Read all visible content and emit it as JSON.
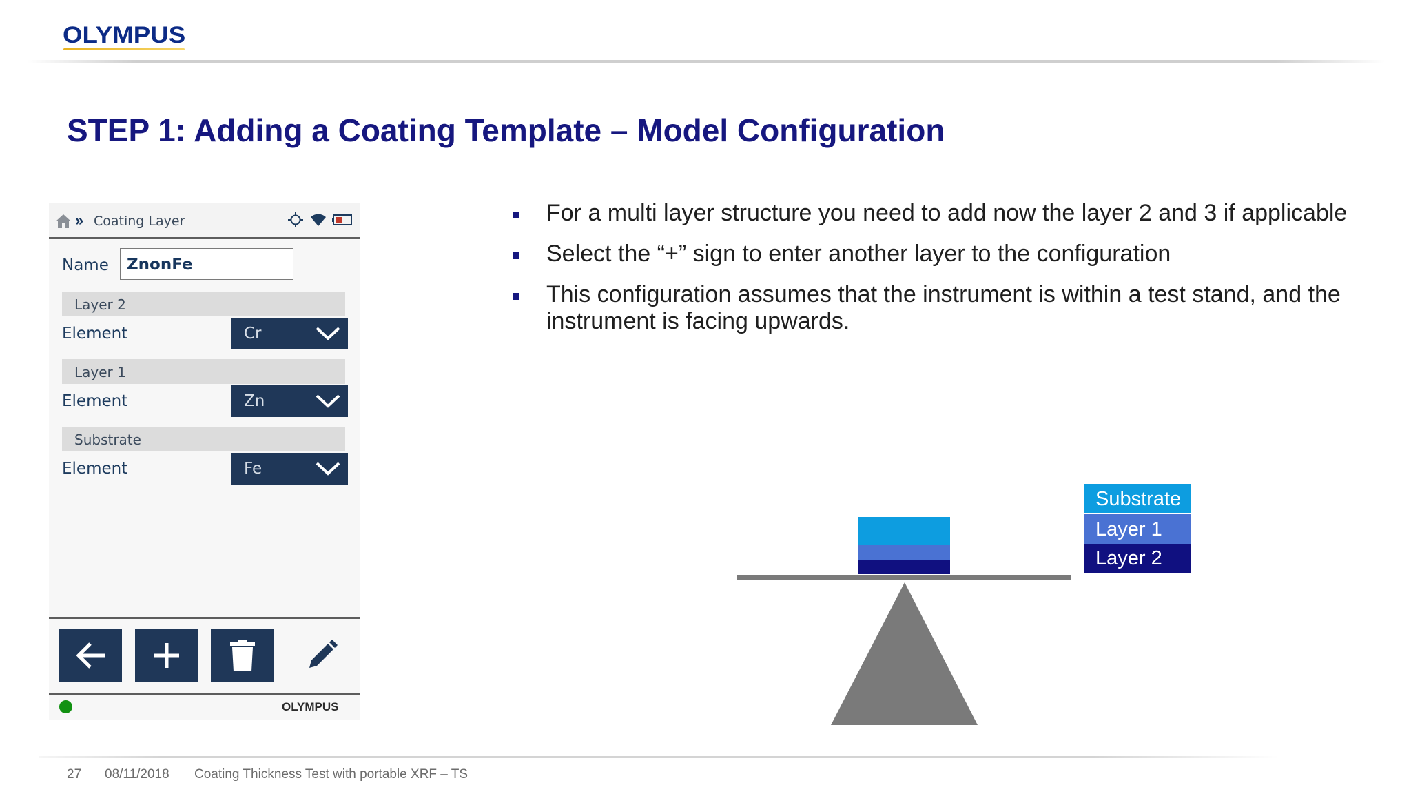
{
  "header": {
    "brand": "OLYMPUS"
  },
  "slide": {
    "title": "STEP 1: Adding a Coating Template – Model Configuration"
  },
  "device": {
    "breadcrumb": "Coating Layer",
    "name_label": "Name",
    "name_value": "ZnonFe",
    "sections": [
      {
        "title": "Layer 2",
        "element_label": "Element",
        "element_value": "Cr"
      },
      {
        "title": "Layer 1",
        "element_label": "Element",
        "element_value": "Zn"
      },
      {
        "title": "Substrate",
        "element_label": "Element",
        "element_value": "Fe"
      }
    ],
    "toolbar": [
      "back-arrow-icon",
      "plus-icon",
      "trash-icon",
      "pencil-icon"
    ],
    "brand": "OLYMPUS",
    "status_color": "#129112"
  },
  "bullets": [
    "For a multi layer structure you need to add now the layer 2 and 3 if applicable",
    "Select the “+” sign to enter another layer to the configuration",
    "This configuration assumes that the instrument is within a test stand, and the instrument is facing upwards."
  ],
  "diagram": {
    "legend": [
      {
        "label": "Substrate",
        "color": "#0d9de0"
      },
      {
        "label": "Layer 1",
        "color": "#4a72d3"
      },
      {
        "label": "Layer 2",
        "color": "#101080"
      }
    ],
    "stand_color": "#7a7a7a"
  },
  "footer": {
    "page": "27",
    "date": "08/11/2018",
    "text": "Coating Thickness Test with portable XRF – TS"
  }
}
